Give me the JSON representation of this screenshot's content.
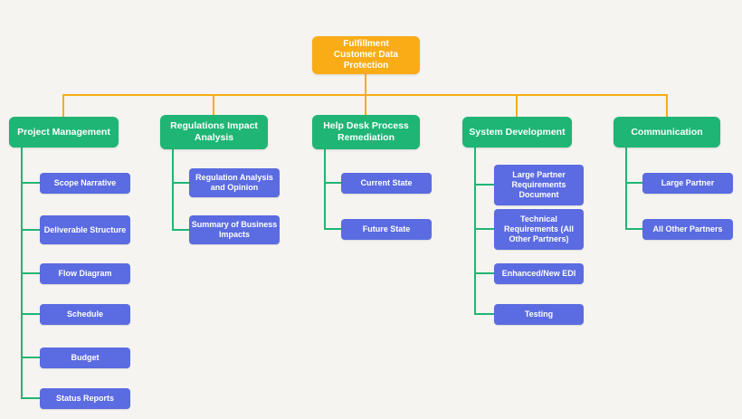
{
  "diagram": {
    "root": {
      "label": "Fulfillment Customer Data Protection"
    },
    "branches": [
      {
        "label": "Project Management",
        "children": [
          "Scope Narrative",
          "Deliverable Structure",
          "Flow Diagram",
          "Schedule",
          "Budget",
          "Status Reports"
        ]
      },
      {
        "label": "Regulations Impact Analysis",
        "children": [
          "Regulation Analysis and Opinion",
          "Summary of Business Impacts"
        ]
      },
      {
        "label": "Help Desk Process Remediation",
        "children": [
          "Current State",
          "Future State"
        ]
      },
      {
        "label": "System Development",
        "children": [
          "Large Partner Requirements Document",
          "Technical Requirements (All Other Partners)",
          "Enhanced/New EDI",
          "Testing"
        ]
      },
      {
        "label": "Communication",
        "children": [
          "Large Partner",
          "All Other Partners"
        ]
      }
    ],
    "colors": {
      "root_box": "#F9AC16",
      "branch_box": "#1EB575",
      "leaf_box": "#5B6BE1",
      "branch_connector": "#F9AC16",
      "leaf_connector": "#21B573",
      "background": "#F5F4F1",
      "text": "#FFFFFF"
    }
  }
}
